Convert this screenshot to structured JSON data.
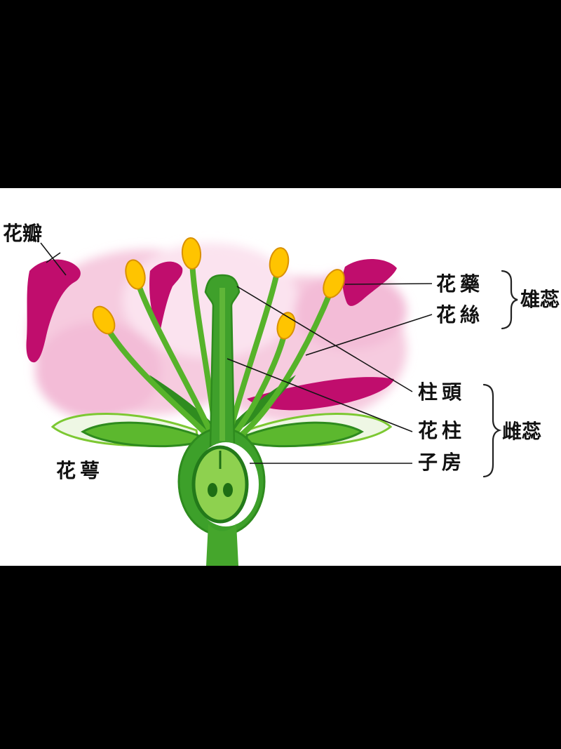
{
  "figure": {
    "title": "flower-anatomy-cross-section",
    "labels": {
      "petal": "花瓣",
      "anther": "花藥",
      "filament": "花絲",
      "stamen": "雄蕊",
      "stigma": "柱頭",
      "style": "花柱",
      "ovary": "子房",
      "pistil": "雌蕊",
      "calyx": "花萼"
    },
    "colors": {
      "letterbox": "#000000",
      "canvas": "#ffffff",
      "petal_pink": "#f6cbdf",
      "petal_pink_light": "#fbe3ef",
      "ribbon_magenta": "#c00d6d",
      "plant_green": "#4fae2a",
      "plant_green_light": "#8ed14f",
      "dark_green": "#2e8b1e",
      "ovule_green": "#1e6e14",
      "anther_yellow": "#ffc400",
      "anther_outline": "#d99000",
      "label_text": "#111111"
    }
  }
}
